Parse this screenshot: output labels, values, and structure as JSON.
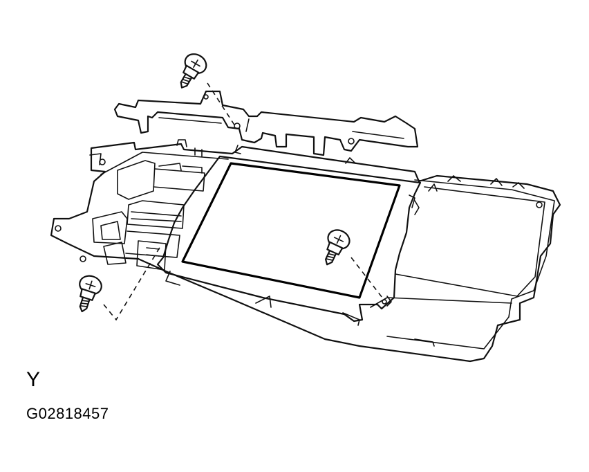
{
  "diagram": {
    "view_label": "Y",
    "figure_code": "G02818457",
    "line_color": "#111111",
    "background": "#ffffff",
    "parts": [
      "screw-icon",
      "screw-icon",
      "screw-icon",
      "bracket",
      "display-panel",
      "housing"
    ]
  }
}
